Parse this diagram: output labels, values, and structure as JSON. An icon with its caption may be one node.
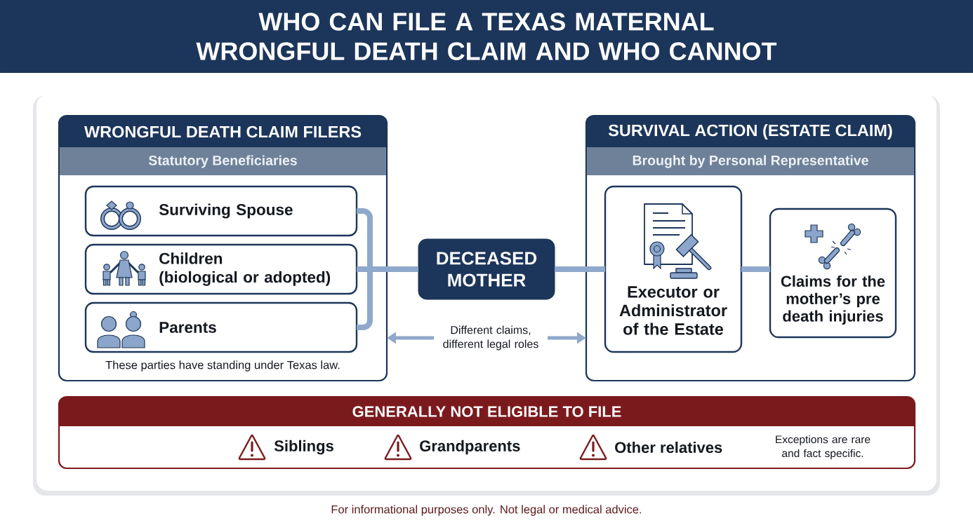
{
  "diagram": {
    "title": "WHO CAN FILE A TEXAS MATERNAL WRONGFUL DEATH CLAIM AND WHO CANNOT",
    "caption": "For informational purposes only. Not legal or medical advice.",
    "nodes": [
      {
        "text": [
          "WRONGFUL DEATH CLAIM FILERS",
          "Statutory Beneficiaries",
          "These parties have standing under Texas law."
        ]
      },
      {
        "text": [
          "Surviving Spouse"
        ],
        "in": 0
      },
      {
        "text": [
          "Children (biological or adopted)"
        ],
        "in": 0
      },
      {
        "text": [
          "Parents"
        ],
        "in": 0
      },
      {
        "text": [
          "DECEASED MOTHER"
        ]
      },
      {
        "text": [
          "SURVIVAL ACTION (ESTATE CLAIM)",
          "Brought by Personal Representative"
        ]
      },
      {
        "text": [
          "Executor or Administrator of the Estate"
        ],
        "in": 5
      },
      {
        "text": [
          "Claims for the mother’s pre death injuries"
        ],
        "in": 5
      },
      {
        "text": [
          "Different claims, different legal roles"
        ]
      },
      {
        "text": [
          "GENERALLY NOT ELIGIBLE TO FILE",
          "Siblings",
          "Grandparents",
          "Other relatives",
          "Exceptions are rare and fact specific."
        ]
      }
    ],
    "edges": [
      {
        "from": 1,
        "to": 4,
        "arrow": "none"
      },
      {
        "from": 2,
        "to": 4,
        "arrow": "none"
      },
      {
        "from": 3,
        "to": 4,
        "arrow": "none"
      },
      {
        "from": 4,
        "to": 6,
        "arrow": "none"
      },
      {
        "from": 6,
        "to": 7,
        "arrow": "none"
      },
      {
        "from": 8,
        "to": 0,
        "arrow": "to"
      },
      {
        "from": 8,
        "to": 5,
        "arrow": "to"
      }
    ]
  }
}
